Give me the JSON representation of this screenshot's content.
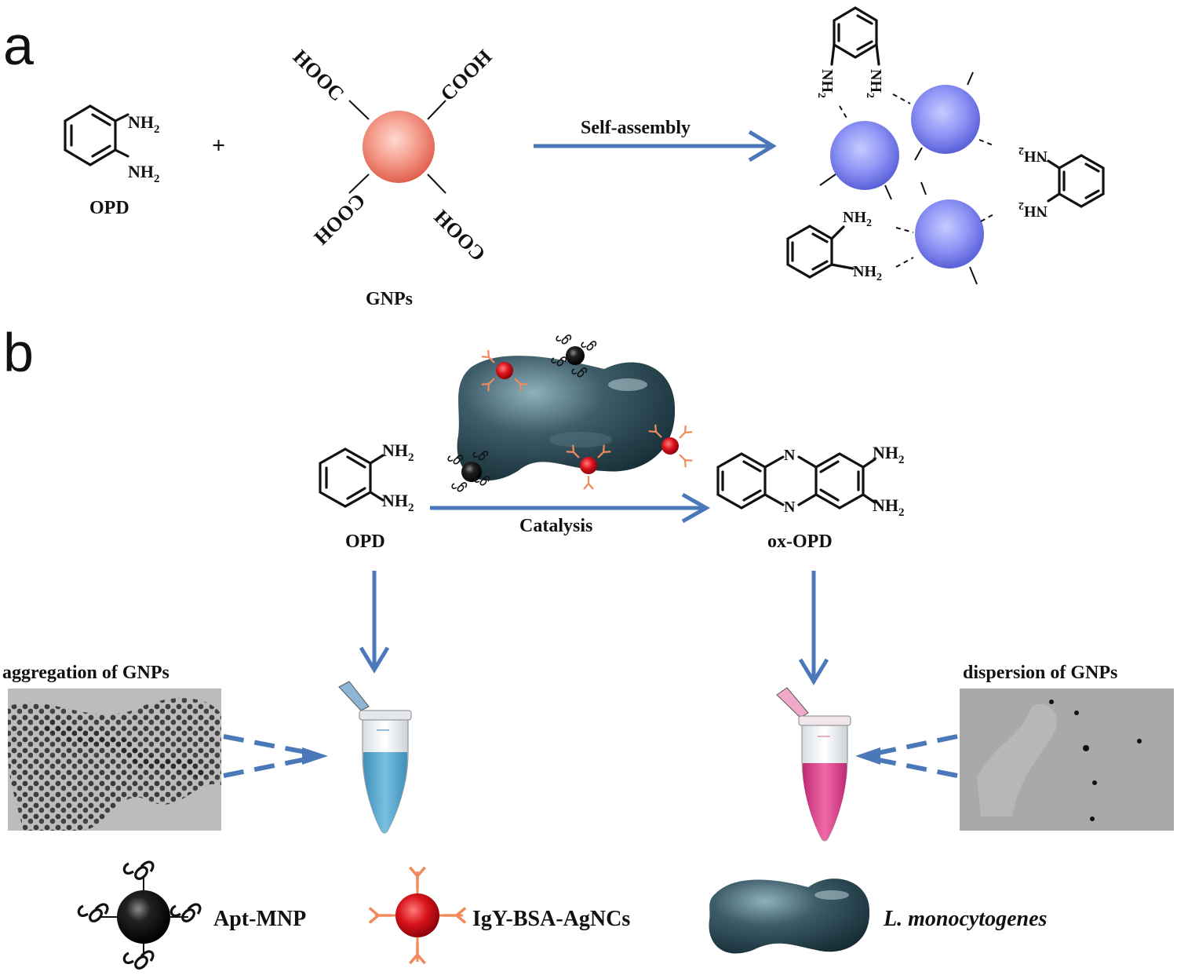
{
  "panels": {
    "a": "a",
    "b": "b"
  },
  "panel_a": {
    "reactant1": "OPD",
    "plus": "+",
    "nh2": "NH",
    "nh2_sub": "2",
    "nanoparticle_label": "GNPs",
    "carboxyl_groups": [
      "HOOC",
      "COOH",
      "COOH",
      "COOH"
    ],
    "arrow_label": "Self-assembly"
  },
  "panel_b": {
    "substrate": "OPD",
    "arrow_label": "Catalysis",
    "product": "ox-OPD",
    "left_image_caption": "aggregation of GNPs",
    "right_image_caption": "dispersion of GNPs",
    "ring_atom": "N"
  },
  "legend": {
    "apt_mnp": "Apt-MNP",
    "igy": "IgY-BSA-AgNCs",
    "bacteria": "L. monocytogenes"
  },
  "colors": {
    "arrow": "#4a78b8",
    "gnp_red": "#f28b7e",
    "gnp_blue": "#7f86f0",
    "bacterium": "#34515c",
    "tube_blue": "#5aa6cc",
    "tube_pink": "#e0458e"
  }
}
